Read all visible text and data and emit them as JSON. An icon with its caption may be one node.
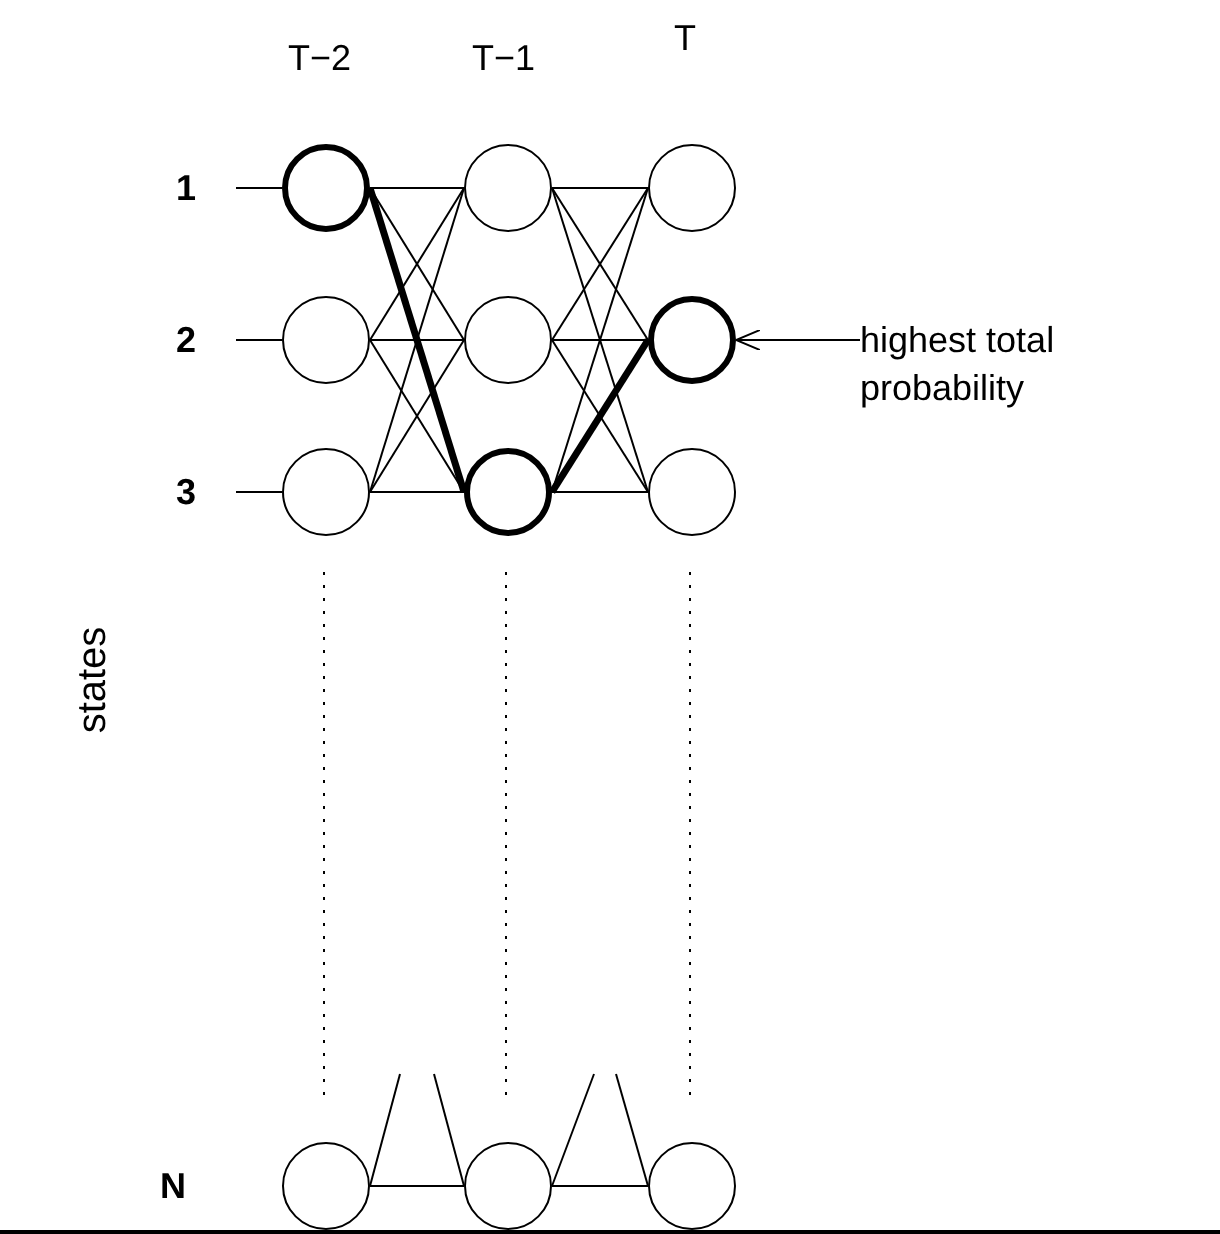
{
  "diagram": {
    "nodes": [
      {
        "text": [
          "1"
        ]
      },
      {
        "text": [],
        "shape": "circle"
      },
      {
        "text": [],
        "shape": "circle"
      },
      {
        "text": [],
        "shape": "circle"
      },
      {
        "text": [
          "2"
        ]
      },
      {
        "text": [],
        "shape": "circle"
      },
      {
        "text": [],
        "shape": "circle"
      },
      {
        "text": [],
        "shape": "circle"
      },
      {
        "text": [
          "highest total probability"
        ]
      },
      {
        "text": [
          "3"
        ]
      },
      {
        "text": [],
        "shape": "circle"
      },
      {
        "text": [],
        "shape": "circle"
      },
      {
        "text": [],
        "shape": "circle"
      },
      {
        "text": [],
        "shape": "circle"
      },
      {
        "text": [],
        "shape": "circle"
      },
      {
        "text": [],
        "shape": "circle"
      }
    ],
    "edges": [
      {
        "from": 0,
        "to": 1,
        "arrow": "none"
      },
      {
        "from": 4,
        "to": 5,
        "arrow": "none"
      },
      {
        "from": 9,
        "to": 10,
        "arrow": "none"
      },
      {
        "from": 1,
        "to": 2,
        "arrow": "none"
      },
      {
        "from": 1,
        "to": 6,
        "arrow": "none"
      },
      {
        "from": 1,
        "to": 11,
        "arrow": "none",
        "style": "thick"
      },
      {
        "from": 5,
        "to": 2,
        "arrow": "none"
      },
      {
        "from": 5,
        "to": 6,
        "arrow": "none"
      },
      {
        "from": 5,
        "to": 11,
        "arrow": "none"
      },
      {
        "from": 10,
        "to": 2,
        "arrow": "none"
      },
      {
        "from": 10,
        "to": 6,
        "arrow": "none"
      },
      {
        "from": 10,
        "to": 11,
        "arrow": "none"
      },
      {
        "from": 2,
        "to": 3,
        "arrow": "none"
      },
      {
        "from": 2,
        "to": 7,
        "arrow": "none"
      },
      {
        "from": 2,
        "to": 12,
        "arrow": "none"
      },
      {
        "from": 6,
        "to": 3,
        "arrow": "none"
      },
      {
        "from": 6,
        "to": 7,
        "arrow": "none"
      },
      {
        "from": 6,
        "to": 12,
        "arrow": "none"
      },
      {
        "from": 11,
        "to": 3,
        "arrow": "none"
      },
      {
        "from": 11,
        "to": 7,
        "arrow": "none",
        "style": "thick"
      },
      {
        "from": 11,
        "to": 12,
        "arrow": "none"
      },
      {
        "from": 8,
        "to": 7,
        "arrow": "to"
      },
      {
        "from": 13,
        "to": 14,
        "arrow": "none"
      },
      {
        "from": 14,
        "to": 15,
        "arrow": "none"
      },
      {
        "from": 13,
        "to": null,
        "arrow": "none"
      },
      {
        "from": null,
        "to": 14,
        "arrow": "none"
      },
      {
        "from": 14,
        "to": null,
        "arrow": "none"
      },
      {
        "from": null,
        "to": 15,
        "arrow": "none"
      }
    ],
    "labels": [
      "T−2",
      "T−1",
      "T",
      "states",
      "N"
    ]
  }
}
